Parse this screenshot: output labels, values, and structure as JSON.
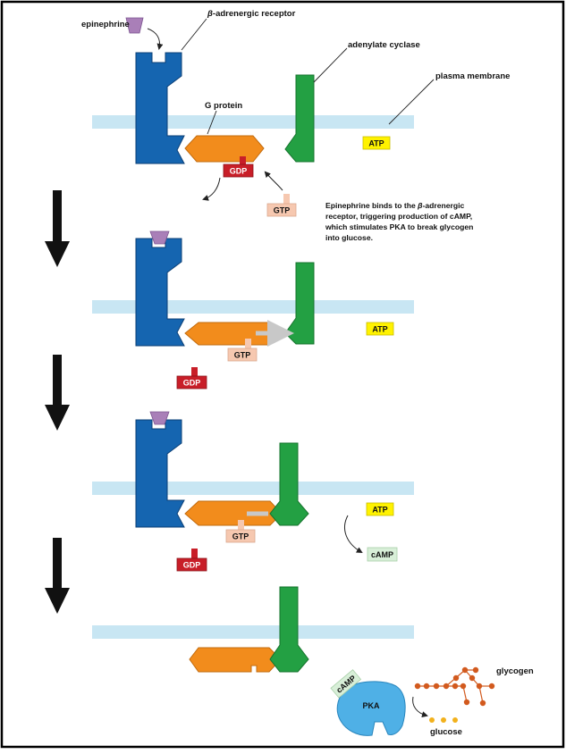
{
  "labels": {
    "epinephrine": "epinephrine",
    "receptor_prefix": "β",
    "receptor": "-adrenergic receptor",
    "adenylate_cyclase": "adenylate cyclase",
    "plasma_membrane": "plasma membrane",
    "g_protein": "G protein"
  },
  "molecules": {
    "atp": "ATP",
    "gdp": "GDP",
    "gtp": "GTP",
    "camp": "cAMP",
    "pka": "PKA",
    "glycogen": "glycogen",
    "glucose": "glucose"
  },
  "description": {
    "line1": "Epinephrine binds to the ",
    "line1_greek": "β",
    "line1_end": "-adrenergic",
    "line2": "receptor, triggering production of cAMP,",
    "line3": "which stimulates PKA to break glycogen",
    "line4": "into glucose."
  },
  "colors": {
    "receptor": "#1565b0",
    "adenylate_cyclase": "#23a043",
    "g_protein": "#f28c1c",
    "epinephrine": "#a97fb8",
    "membrane": "#c8e6f3",
    "atp": "#fff200",
    "gdp": "#c81e28",
    "gtp": "#f6c8b0",
    "camp": "#d8efd8",
    "pka": "#4fb0e6",
    "glycogen": "#d25a1e",
    "glucose": "#f2b11c"
  }
}
